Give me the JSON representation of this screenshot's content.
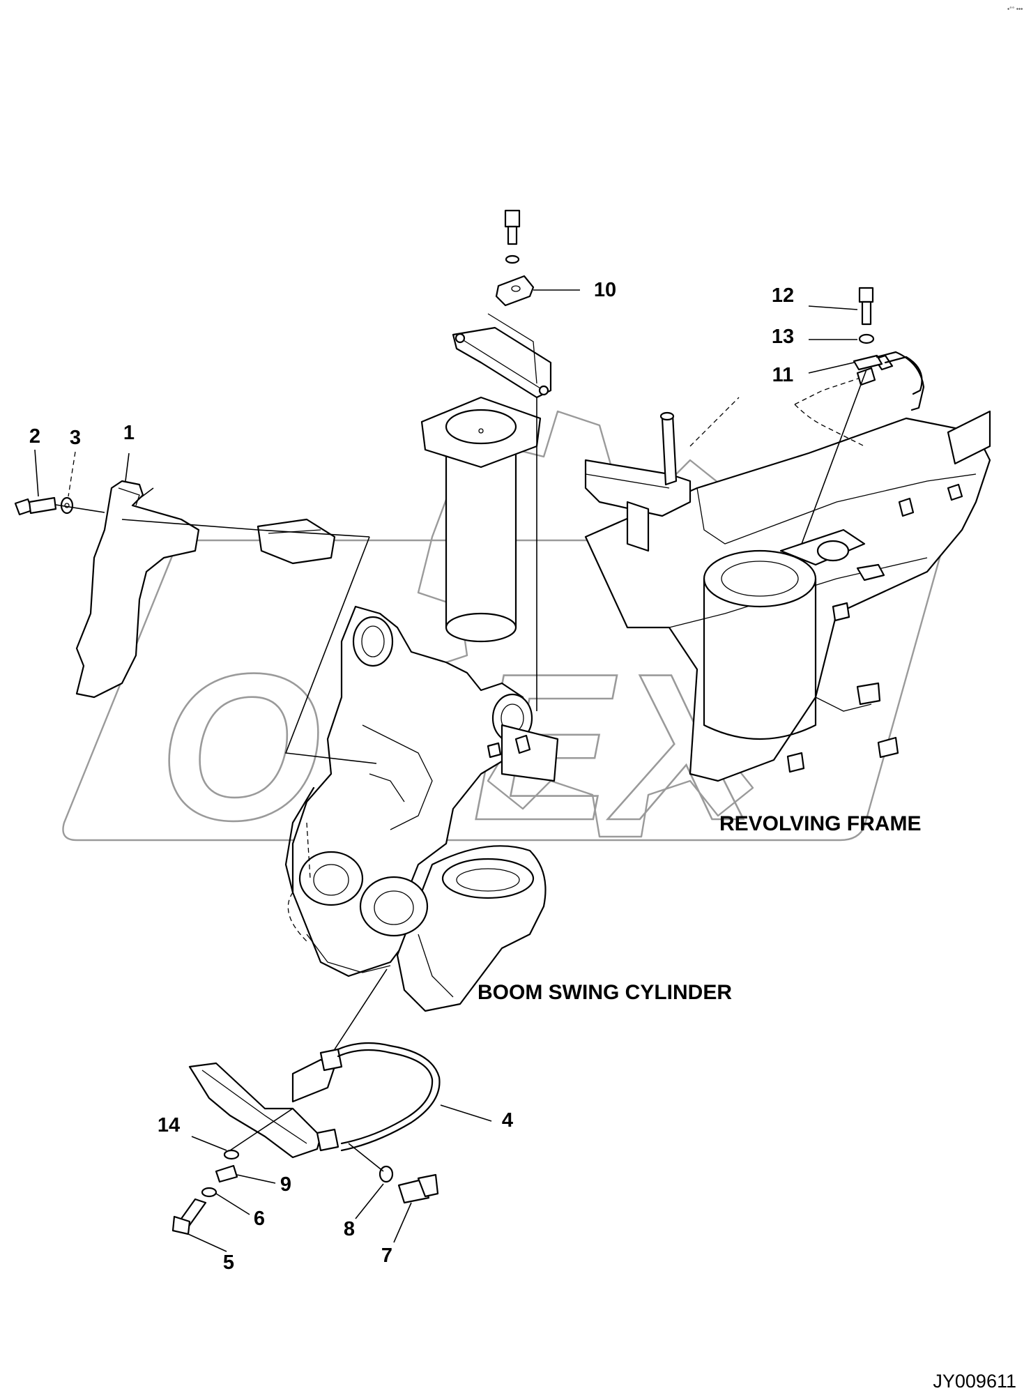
{
  "corner_mark": "•°° •••",
  "watermark_text": "OPEX",
  "captions": {
    "revolving_frame": "REVOLVING FRAME",
    "boom_swing_cylinder": "BOOM SWING CYLINDER"
  },
  "callouts": [
    "1",
    "2",
    "3",
    "4",
    "5",
    "6",
    "7",
    "8",
    "9",
    "10",
    "11",
    "12",
    "13",
    "14"
  ],
  "drawing_number": "JY009611"
}
